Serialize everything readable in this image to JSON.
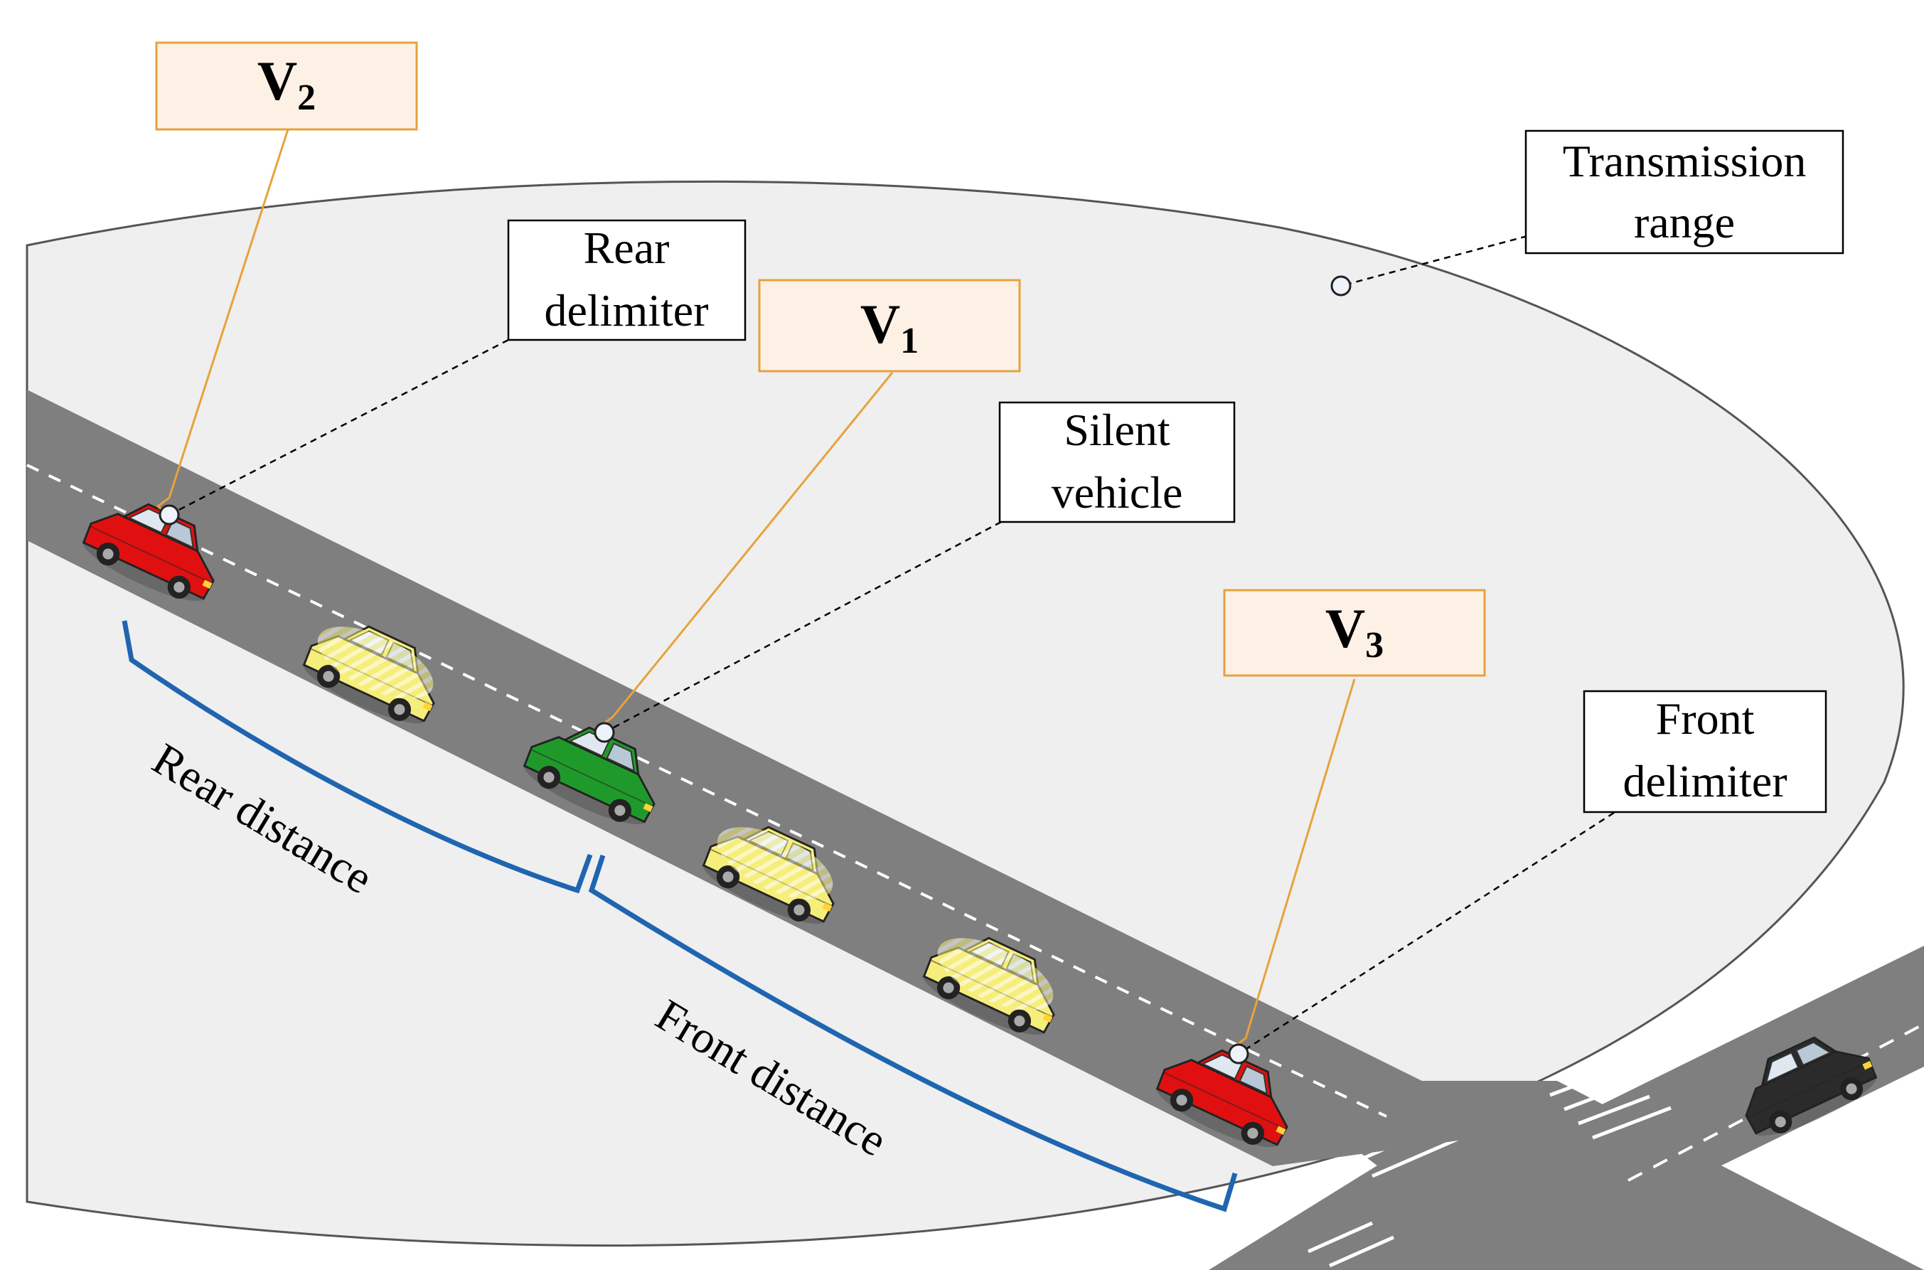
{
  "labels": {
    "v2": {
      "main": "V",
      "sub": "2"
    },
    "v1": {
      "main": "V",
      "sub": "1"
    },
    "v3": {
      "main": "V",
      "sub": "3"
    },
    "transmission_range": [
      "Transmission",
      "range"
    ],
    "rear_delimiter": [
      "Rear",
      "delimiter"
    ],
    "silent_vehicle": [
      "Silent",
      "vehicle"
    ],
    "front_delimiter": [
      "Front",
      "delimiter"
    ],
    "rear_distance": "Rear distance",
    "front_distance": "Front distance"
  },
  "colors": {
    "range_fill": "#efefef",
    "road": "#7f7f7f",
    "vehicle_label_fill": "#fdf1e6",
    "vehicle_label_border": "#e7a23c",
    "distance_bracket": "#1f65b0",
    "delimiter_car": "#e01010",
    "silent_car": "#1f9a2a",
    "other_car": "#f6ee7a",
    "outside_car": "#2b2b2b"
  },
  "vehicles": [
    {
      "id": "rear-delimiter-car",
      "role": "rear delimiter",
      "color": "#e01010"
    },
    {
      "id": "yellow-car-1",
      "role": "vehicle",
      "color": "#f6ee7a"
    },
    {
      "id": "silent-car",
      "role": "silent vehicle",
      "color": "#1f9a2a"
    },
    {
      "id": "yellow-car-2",
      "role": "vehicle",
      "color": "#f6ee7a"
    },
    {
      "id": "yellow-car-3",
      "role": "vehicle",
      "color": "#f6ee7a"
    },
    {
      "id": "front-delimiter-car",
      "role": "front delimiter",
      "color": "#e01010"
    },
    {
      "id": "black-car",
      "role": "vehicle outside range",
      "color": "#2b2b2b"
    }
  ]
}
